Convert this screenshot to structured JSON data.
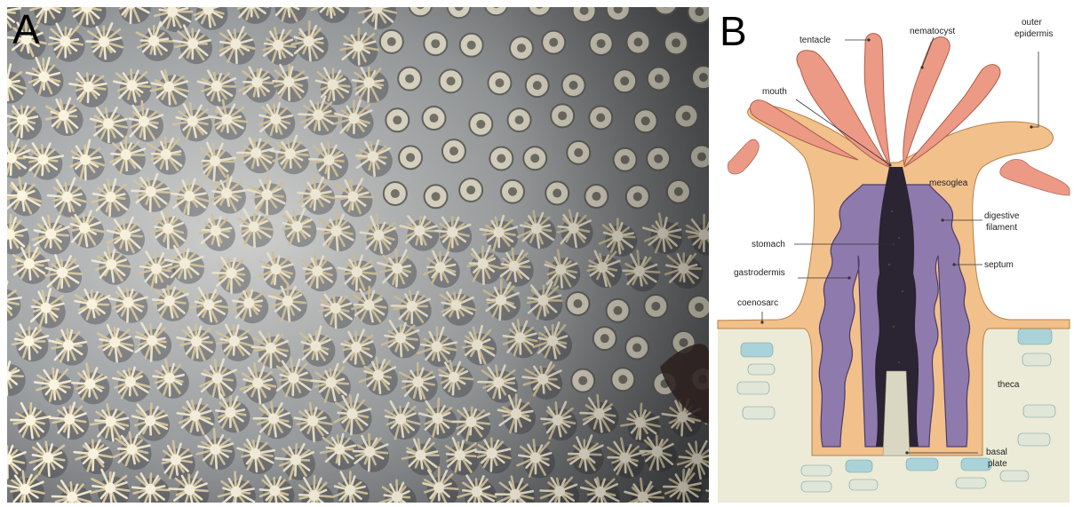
{
  "panel_a": {
    "letter": "A"
  },
  "panel_b": {
    "letter": "B",
    "labels": {
      "tentacle": "tentacle",
      "nematocyst": "nematocyst",
      "outer_epidermis_1": "outer",
      "outer_epidermis_2": "epidermis",
      "mouth": "mouth",
      "mesoglea": "mesoglea",
      "digestive_1": "digestive",
      "digestive_2": "filament",
      "stomach": "stomach",
      "gastrodermis": "gastrodermis",
      "septum": "septum",
      "coenosarc": "coenosarc",
      "theca": "theca",
      "basal_1": "basal",
      "basal_2": "plate"
    }
  },
  "colors": {
    "tissue": "#f2c08a",
    "tentacle": "#ec9a86",
    "gastrodermis": "#6d5a8c",
    "stomach": "#2a2433",
    "skeleton": "#e8e6d2",
    "skeleton_block": "#a9d3d8"
  }
}
